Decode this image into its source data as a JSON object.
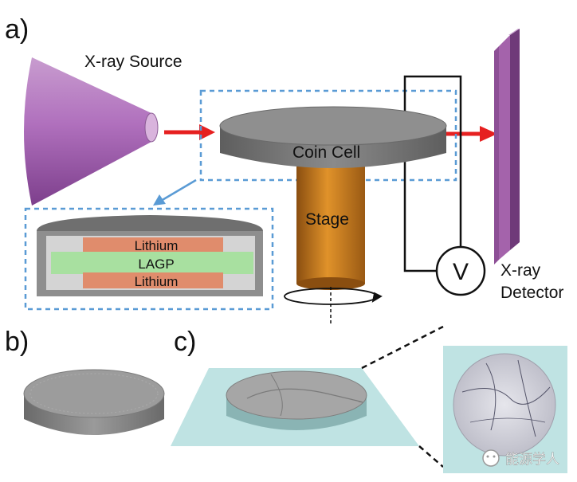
{
  "panels": {
    "a": "a)",
    "b": "b)",
    "c": "c)"
  },
  "labels": {
    "xray_source": "X-ray Source",
    "coin_cell": "Coin Cell",
    "stage": "Stage",
    "detector_line1": "X-ray",
    "detector_line2": "Detector",
    "voltmeter": "V",
    "lithium_top": "Lithium",
    "lagp": "LAGP",
    "lithium_bottom": "Lithium"
  },
  "watermark": {
    "text": "能源学人"
  },
  "colors": {
    "source": "#b77bc0",
    "arrow": "#e62020",
    "dashed_box": "#5a9bd5",
    "coin_top": "#8e8e8e",
    "coin_side": "#6f6f6f",
    "stage": "#c8781c",
    "lithium": "#e08c6c",
    "lagp": "#a8e0a0",
    "detector": "#9a5aa0",
    "teal_plane": "#bfe3e3"
  }
}
